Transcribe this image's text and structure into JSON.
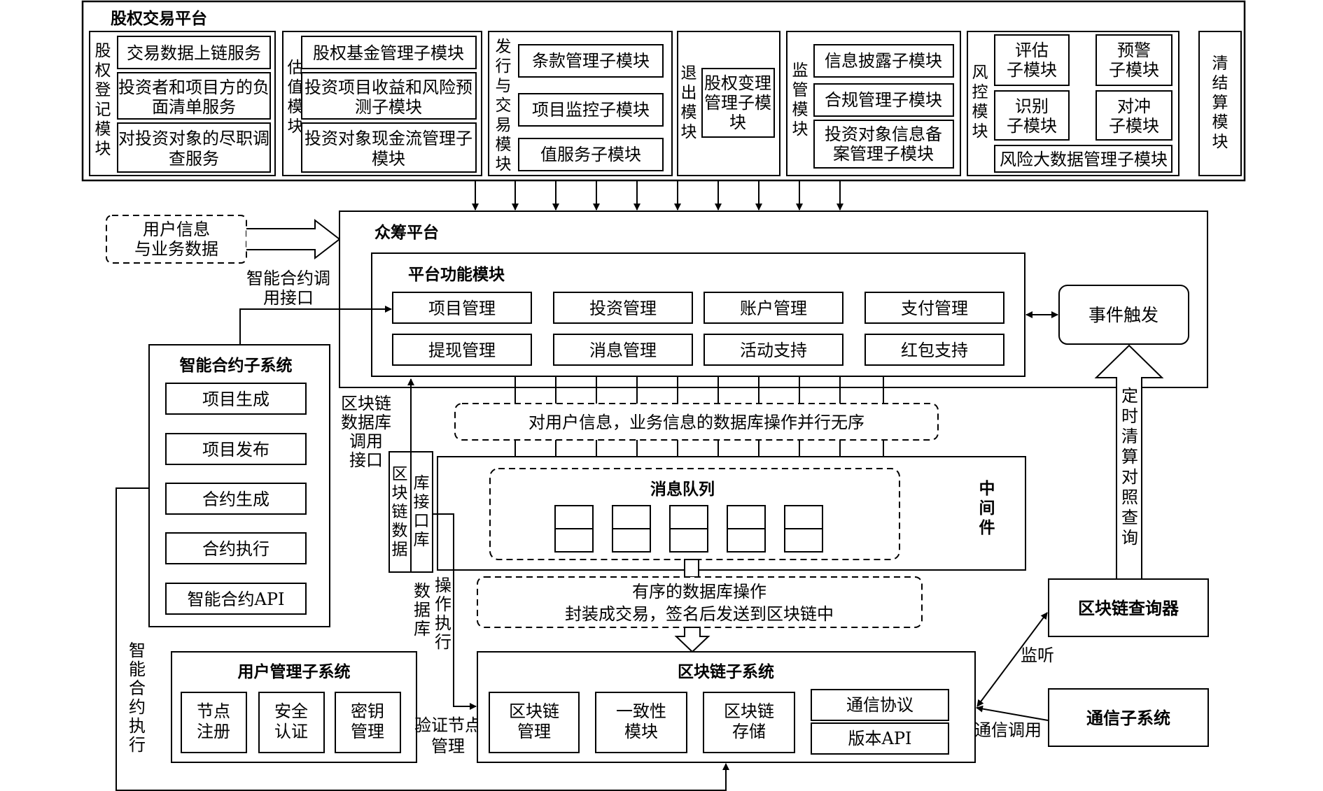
{
  "equity_platform": {
    "title": "股权交易平台",
    "registration": {
      "title": "股权登记模块",
      "items": [
        "交易数据上链服务",
        "投资者和项目方的负面清单服务",
        "对投资对象的尽职调查服务"
      ]
    },
    "valuation": {
      "title": "估值模块",
      "items": [
        "股权基金管理子模块",
        "投资项目收益和风险预测子模块",
        "投资对象现金流管理子模块"
      ]
    },
    "issuance": {
      "title": "发行与交易模块",
      "items": [
        "条款管理子模块",
        "项目监控子模块",
        "值服务子模块"
      ]
    },
    "exit": {
      "title": "退出模块",
      "items": [
        "股权变理管理子模块"
      ]
    },
    "supervision": {
      "title": "监管模块",
      "items": [
        "信息披露子模块",
        "合规管理子模块",
        "投资对象信息备案管理子模块"
      ]
    },
    "risk": {
      "title": "风控模块",
      "items": [
        "评估子模块",
        "预警子模块",
        "识别子模块",
        "对冲子模块",
        "风险大数据管理子模块"
      ]
    },
    "clearing": {
      "title": "清结算模块"
    }
  },
  "user_info": "用户信息与业务数据",
  "crowdfunding": {
    "title": "众筹平台",
    "functions_title": "平台功能模块",
    "functions": [
      "项目管理",
      "投资管理",
      "账户管理",
      "支付管理",
      "提现管理",
      "消息管理",
      "活动支持",
      "红包支持"
    ]
  },
  "event_trigger": "事件触发",
  "smart_contract": {
    "title": "智能合约子系统",
    "items": [
      "项目生成",
      "项目发布",
      "合约生成",
      "合约执行",
      "智能合约API"
    ]
  },
  "blockchain_db": {
    "left": "区块链数据",
    "right": "库接口库"
  },
  "parallel_ops": "对用户信息，业务信息的数据库操作并行无序",
  "middleware": {
    "title": "中间件",
    "queue_title": "消息队列"
  },
  "ordered_ops": {
    "line1": "有序的数据库操作",
    "line2": "封装成交易，签名后发送到区块链中"
  },
  "user_mgmt": {
    "title": "用户管理子系统",
    "items": [
      "节点注册",
      "安全认证",
      "密钥管理"
    ]
  },
  "blockchain_sub": {
    "title": "区块链子系统",
    "items": [
      "区块链管理",
      "一致性模块",
      "区块链存储"
    ],
    "protocol": "通信协议",
    "version_api": "版本API"
  },
  "query": "区块链查询器",
  "comm": "通信子系统",
  "labels": {
    "smart_call": "智能合约调用接口",
    "bc_db_call": "区块链数据库调用接口",
    "db_exec": "数据库操作执行",
    "verify": "验证节点管理",
    "smart_exec": "智能合约执行",
    "listen": "监听",
    "comm_call": "通信调用",
    "timed": "定时清算对照查询"
  }
}
